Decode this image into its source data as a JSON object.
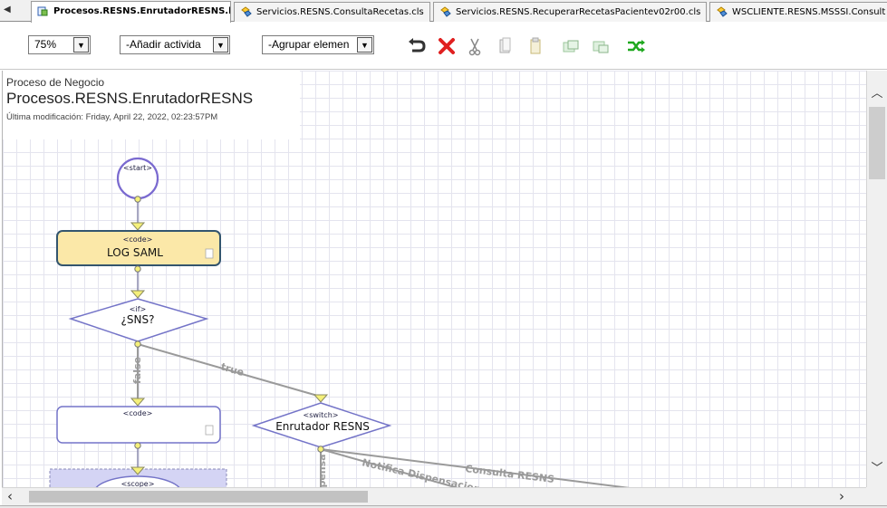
{
  "tabs": [
    {
      "label": "Procesos.RESNS.EnrutadorRESNS.bpl",
      "active": true,
      "icon": "process-icon"
    },
    {
      "label": "Servicios.RESNS.ConsultaRecetas.cls",
      "active": false,
      "icon": "class-icon"
    },
    {
      "label": "Servicios.RESNS.RecuperarRecetasPacientev02r00.cls",
      "active": false,
      "icon": "class-icon"
    },
    {
      "label": "WSCLIENTE.RESNS.MSSSI.Consult",
      "active": false,
      "icon": "class-icon"
    }
  ],
  "toolbar": {
    "zoom": "75%",
    "add_activity": "-Añadir activida",
    "group": "-Agrupar elemen"
  },
  "process": {
    "kind": "Proceso de Negocio",
    "name": "Procesos.RESNS.EnrutadorRESNS",
    "modified": "Última modificación: Friday, April 22, 2022, 02:23:57PM"
  },
  "diagram": {
    "start": "<start>",
    "code1_type": "<code>",
    "code1_label": "LOG SAML",
    "if_type": "<if>",
    "if_label": "¿SNS?",
    "false_label": "false",
    "true_label": "true",
    "code2_type": "<code>",
    "code2_label": "",
    "switch_type": "<switch>",
    "switch_label": "Enrutador RESNS",
    "scope_type": "<scope>",
    "branch1": "Notifica Dispensacion",
    "branch2": "Consulta RESNS",
    "branch3": "Dispensa"
  },
  "colors": {
    "node_border": "#7474c8",
    "code_fill": "#fbe8a8",
    "code_border": "#33556e",
    "connector_fill": "#f5f07a",
    "scope_fill": "#d4d4f4"
  }
}
